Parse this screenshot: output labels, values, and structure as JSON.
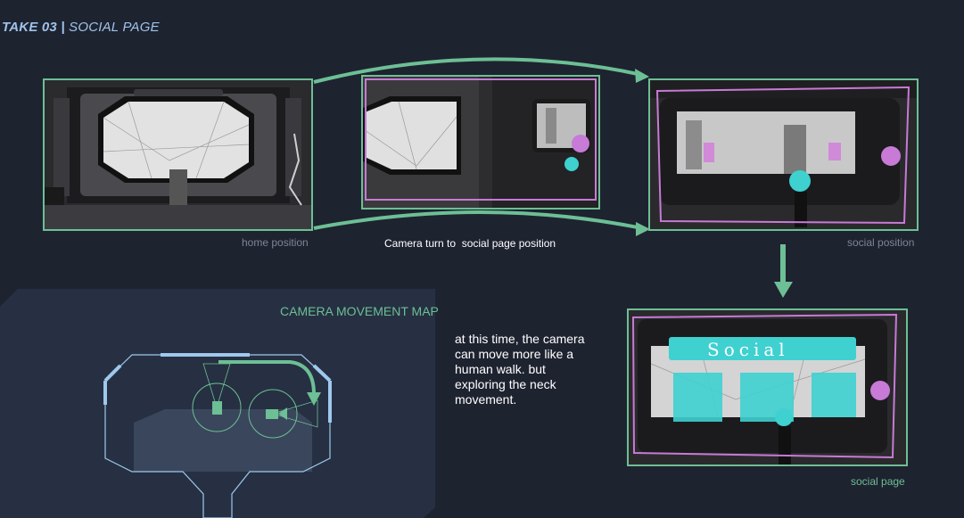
{
  "header": {
    "take": "TAKE 03 |",
    "section": "SOCIAL PAGE"
  },
  "frames": {
    "home_caption": "home position",
    "turn_caption": "Camera turn to  social page position",
    "social_caption": "social position",
    "page_caption": "social page",
    "page_label": "Social"
  },
  "map": {
    "title": "CAMERA MOVEMENT MAP"
  },
  "note": "at this time, the camera can move more like a human walk. but exploring the neck movement.",
  "colors": {
    "accent": "#6dbf95",
    "background": "#1e2330",
    "panel": "#263042",
    "magenta": "#c77ad6",
    "cyan": "#3fd0d0",
    "map_line": "#9fc8ec"
  }
}
